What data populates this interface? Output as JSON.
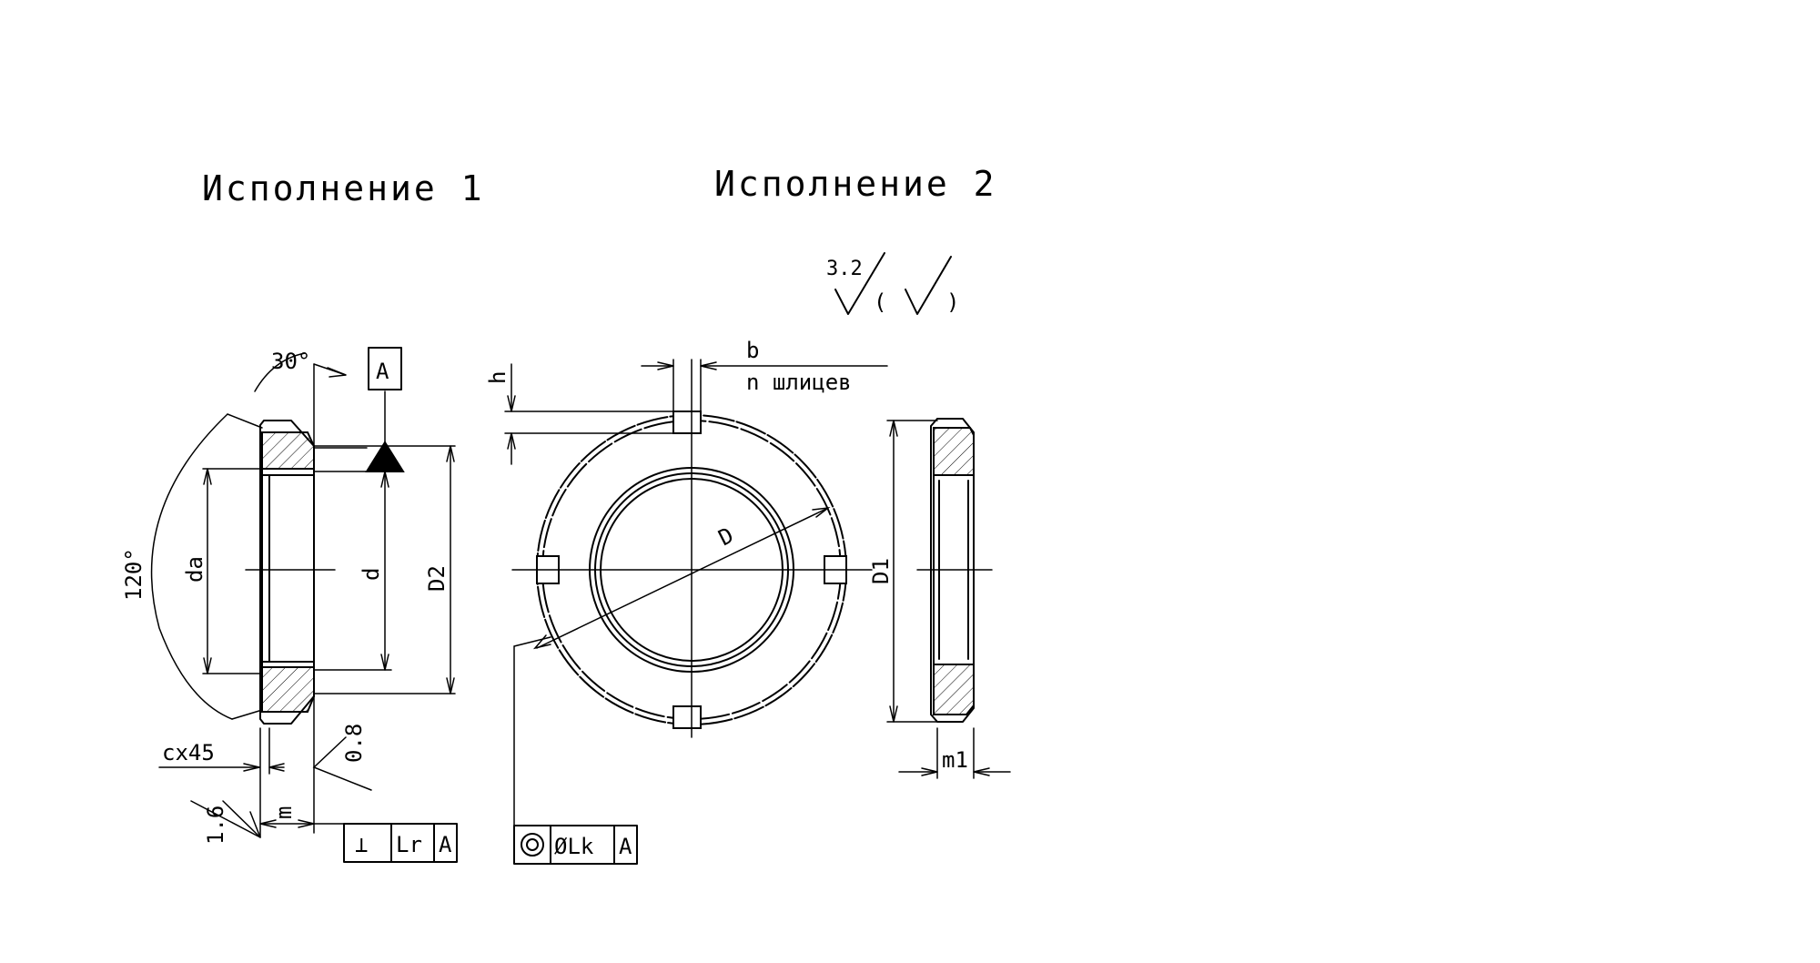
{
  "titles": {
    "variant1": "Исполнение 1",
    "variant2": "Исполнение 2"
  },
  "roughness": {
    "value": "3.2",
    "open_paren": "(",
    "close_paren": ")"
  },
  "dimensions": {
    "angle_30": "30°",
    "angle_120": "120°",
    "datum": "A",
    "da": "da",
    "d": "d",
    "D2": "D2",
    "D1": "D1",
    "D": "D",
    "h": "h",
    "b": "b",
    "n_slots": "n шлицев",
    "chamfer": "cx45",
    "roughness_08": "0.8",
    "roughness_16": "1.6",
    "m": "m",
    "m1": "m1"
  },
  "tolerance_frames": {
    "perpendicularity": {
      "symbol": "⊥",
      "value": "Lr",
      "datum": "A"
    },
    "concentricity": {
      "symbol": "◎",
      "value": "ØLk",
      "datum": "A"
    }
  }
}
